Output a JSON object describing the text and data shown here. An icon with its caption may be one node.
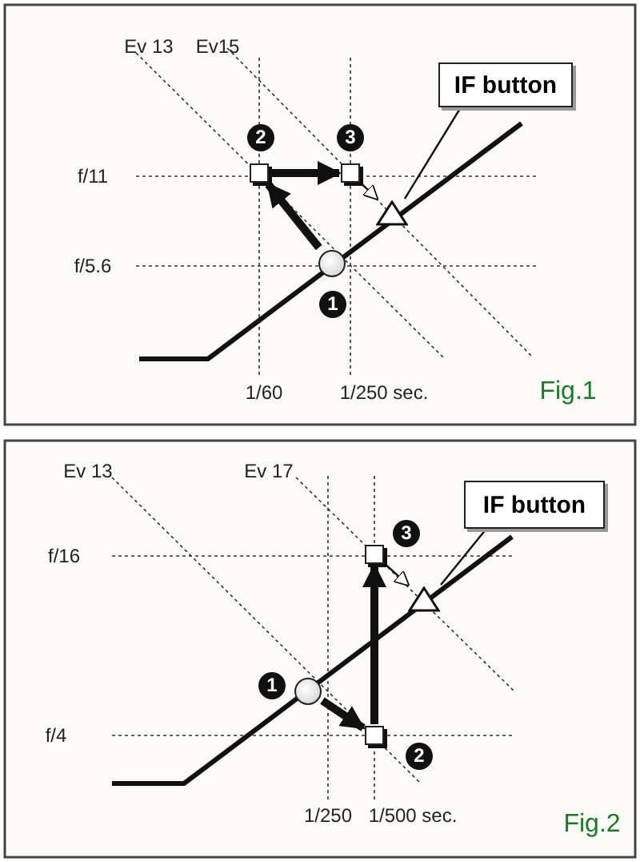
{
  "diagram": {
    "nodes": [
      {
        "text": [],
        "shape": "circle",
        "beside": [
          "1"
        ]
      },
      {
        "text": [],
        "shape": "box",
        "beside": [
          "2"
        ]
      },
      {
        "text": [],
        "shape": "box",
        "beside": [
          "3"
        ]
      },
      {
        "text": [],
        "shape": "triangle"
      },
      {
        "text": [
          "IF button"
        ]
      },
      {
        "text": [],
        "shape": "circle",
        "beside": [
          "1"
        ]
      },
      {
        "text": [],
        "shape": "box",
        "beside": [
          "2"
        ]
      },
      {
        "text": [],
        "shape": "box",
        "beside": [
          "3"
        ]
      },
      {
        "text": [],
        "shape": "triangle"
      },
      {
        "text": [
          "IF button"
        ]
      }
    ],
    "edges": [
      {
        "from": 0,
        "to": 1,
        "arrow": "to",
        "style": "thick"
      },
      {
        "from": 1,
        "to": 2,
        "arrow": "to",
        "style": "thick"
      },
      {
        "from": 2,
        "to": 3,
        "arrow": "to"
      },
      {
        "from": 4,
        "to": 3,
        "arrow": "none"
      },
      {
        "from": 5,
        "to": 6,
        "arrow": "to",
        "style": "thick"
      },
      {
        "from": 6,
        "to": 7,
        "arrow": "to",
        "style": "thick"
      },
      {
        "from": 7,
        "to": 8,
        "arrow": "to"
      },
      {
        "from": 9,
        "to": 8,
        "arrow": "none"
      }
    ],
    "labels": [
      "Ev 13",
      "Ev15",
      "f/11",
      "f/5.6",
      "1/60",
      "1/250 sec.",
      "Fig.1",
      "Ev 13",
      "Ev 17",
      "f/16",
      "f/4",
      "1/250",
      "1/500 sec.",
      "Fig.2"
    ]
  }
}
